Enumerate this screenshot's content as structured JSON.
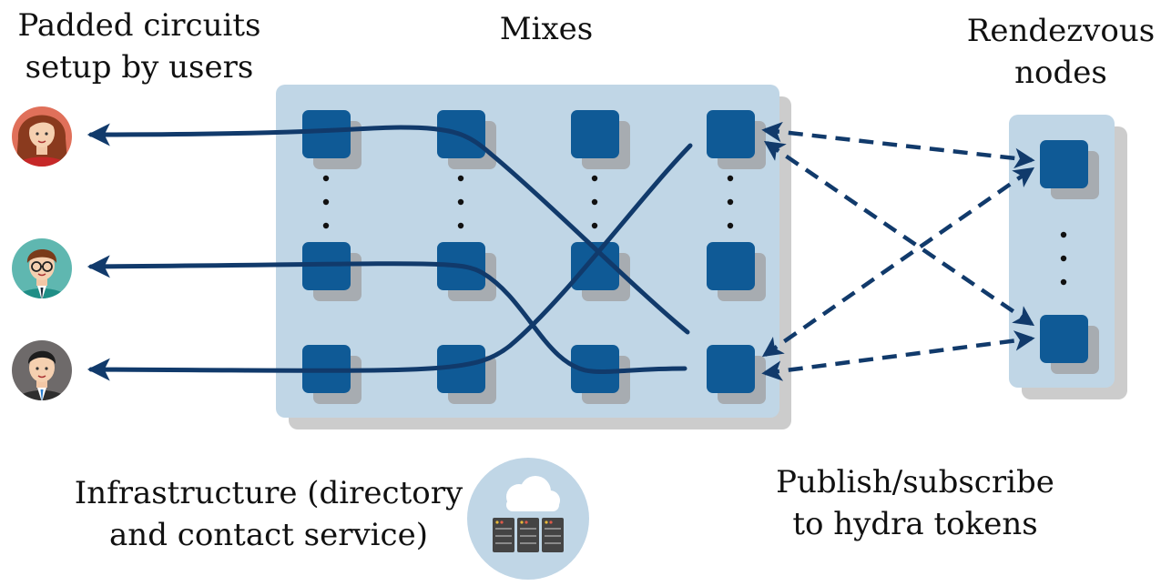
{
  "labels": {
    "users": {
      "line1": "Padded circuits",
      "line2": "setup by users"
    },
    "mixes": "Mixes",
    "rendezvous": {
      "line1": "Rendezvous",
      "line2": "nodes"
    },
    "infrastructure": {
      "line1": "Infrastructure (directory",
      "line2": "and contact service)"
    },
    "pubsub": {
      "line1": "Publish/subscribe",
      "line2": "to hydra tokens"
    }
  },
  "icons": {
    "users": [
      "user-woman-icon",
      "user-man-glasses-icon",
      "user-man-suit-icon"
    ],
    "infrastructure": "cloud-server-icon"
  },
  "colors": {
    "node": "#0f5a96",
    "node_shadow": "#a7acb1",
    "panel": "#c0d6e6",
    "panel_shadow": "#cccccc",
    "arrow": "#113a6b",
    "infra_circle": "#c0d6e6"
  }
}
